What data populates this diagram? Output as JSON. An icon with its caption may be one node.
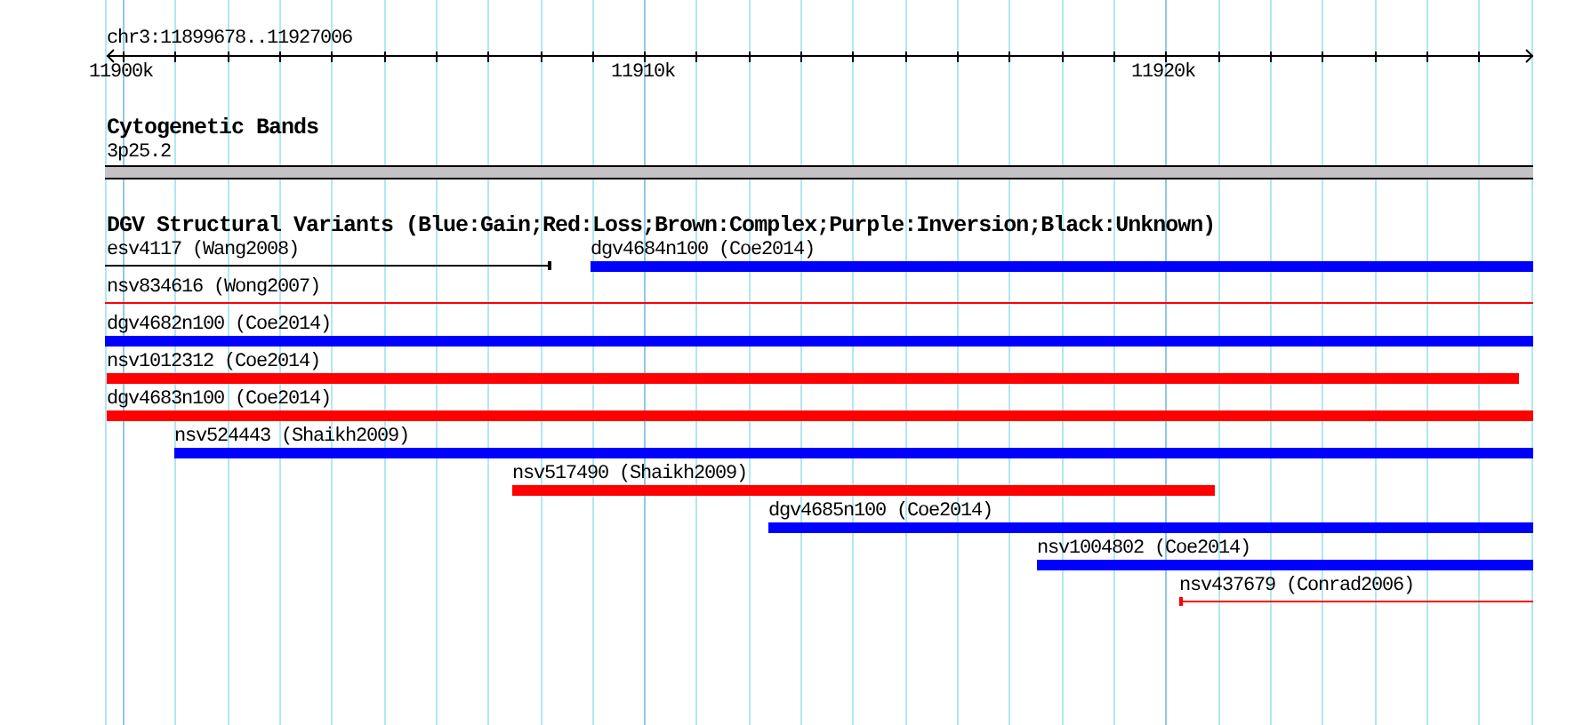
{
  "diagram": {
    "nodes": [
      {
        "text": [
          "3p25.2"
        ]
      },
      {
        "text": [
          "esv4117 (Wang2008)"
        ]
      },
      {
        "text": [
          "dgv4684n100 (Coe2014)"
        ]
      },
      {
        "text": [
          "nsv834616 (Wong2007)"
        ]
      },
      {
        "text": [
          "dgv4682n100 (Coe2014)"
        ]
      },
      {
        "text": [
          "nsv1012312 (Coe2014)"
        ]
      },
      {
        "text": [
          "dgv4683n100 (Coe2014)"
        ]
      },
      {
        "text": [
          "nsv524443 (Shaikh2009)"
        ]
      },
      {
        "text": [
          "nsv517490 (Shaikh2009)"
        ]
      },
      {
        "text": [
          "dgv4685n100 (Coe2014)"
        ]
      },
      {
        "text": [
          "nsv1004802 (Coe2014)"
        ]
      },
      {
        "text": [
          "nsv437679 (Conrad2006)"
        ]
      }
    ],
    "labels": [
      "chr3:11899678..11927006",
      "11900k",
      "11910k",
      "11920k",
      "Cytogenetic Bands",
      "DGV Structural Variants (Blue:Gain;Red:Loss;Brown:Complex;Purple:Inversion;Black:Unknown)"
    ]
  }
}
